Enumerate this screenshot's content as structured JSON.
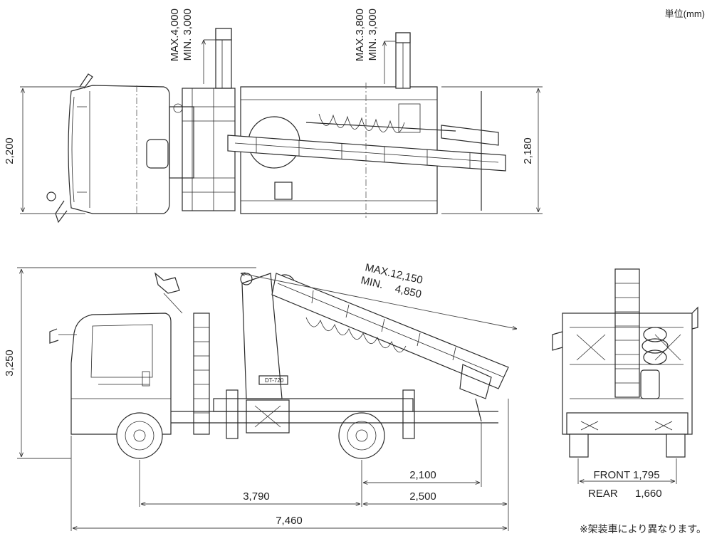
{
  "unit_label": "単位(mm)",
  "note": "※架装車により異なります。",
  "top_view": {
    "outrigger_front": {
      "max": "MAX.4,000",
      "min": "MIN. 3,000"
    },
    "outrigger_rear": {
      "max": "MAX.3,800",
      "min": "MIN. 3,000"
    },
    "width_front": "2,200",
    "width_rear": "2,180"
  },
  "side_view": {
    "boom_max": "MAX.12,150",
    "boom_min": "MIN.",
    "boom_min_value": "4,850",
    "height": "3,250",
    "model_plate": "DT-720",
    "rear_overhang": "2,100",
    "wheelbase": "3,790",
    "rear_to_end": "2,500",
    "overall_length": "7,460"
  },
  "rear_view": {
    "front_track": "FRONT 1,795",
    "rear_track_label": "REAR",
    "rear_track_value": "1,660"
  }
}
